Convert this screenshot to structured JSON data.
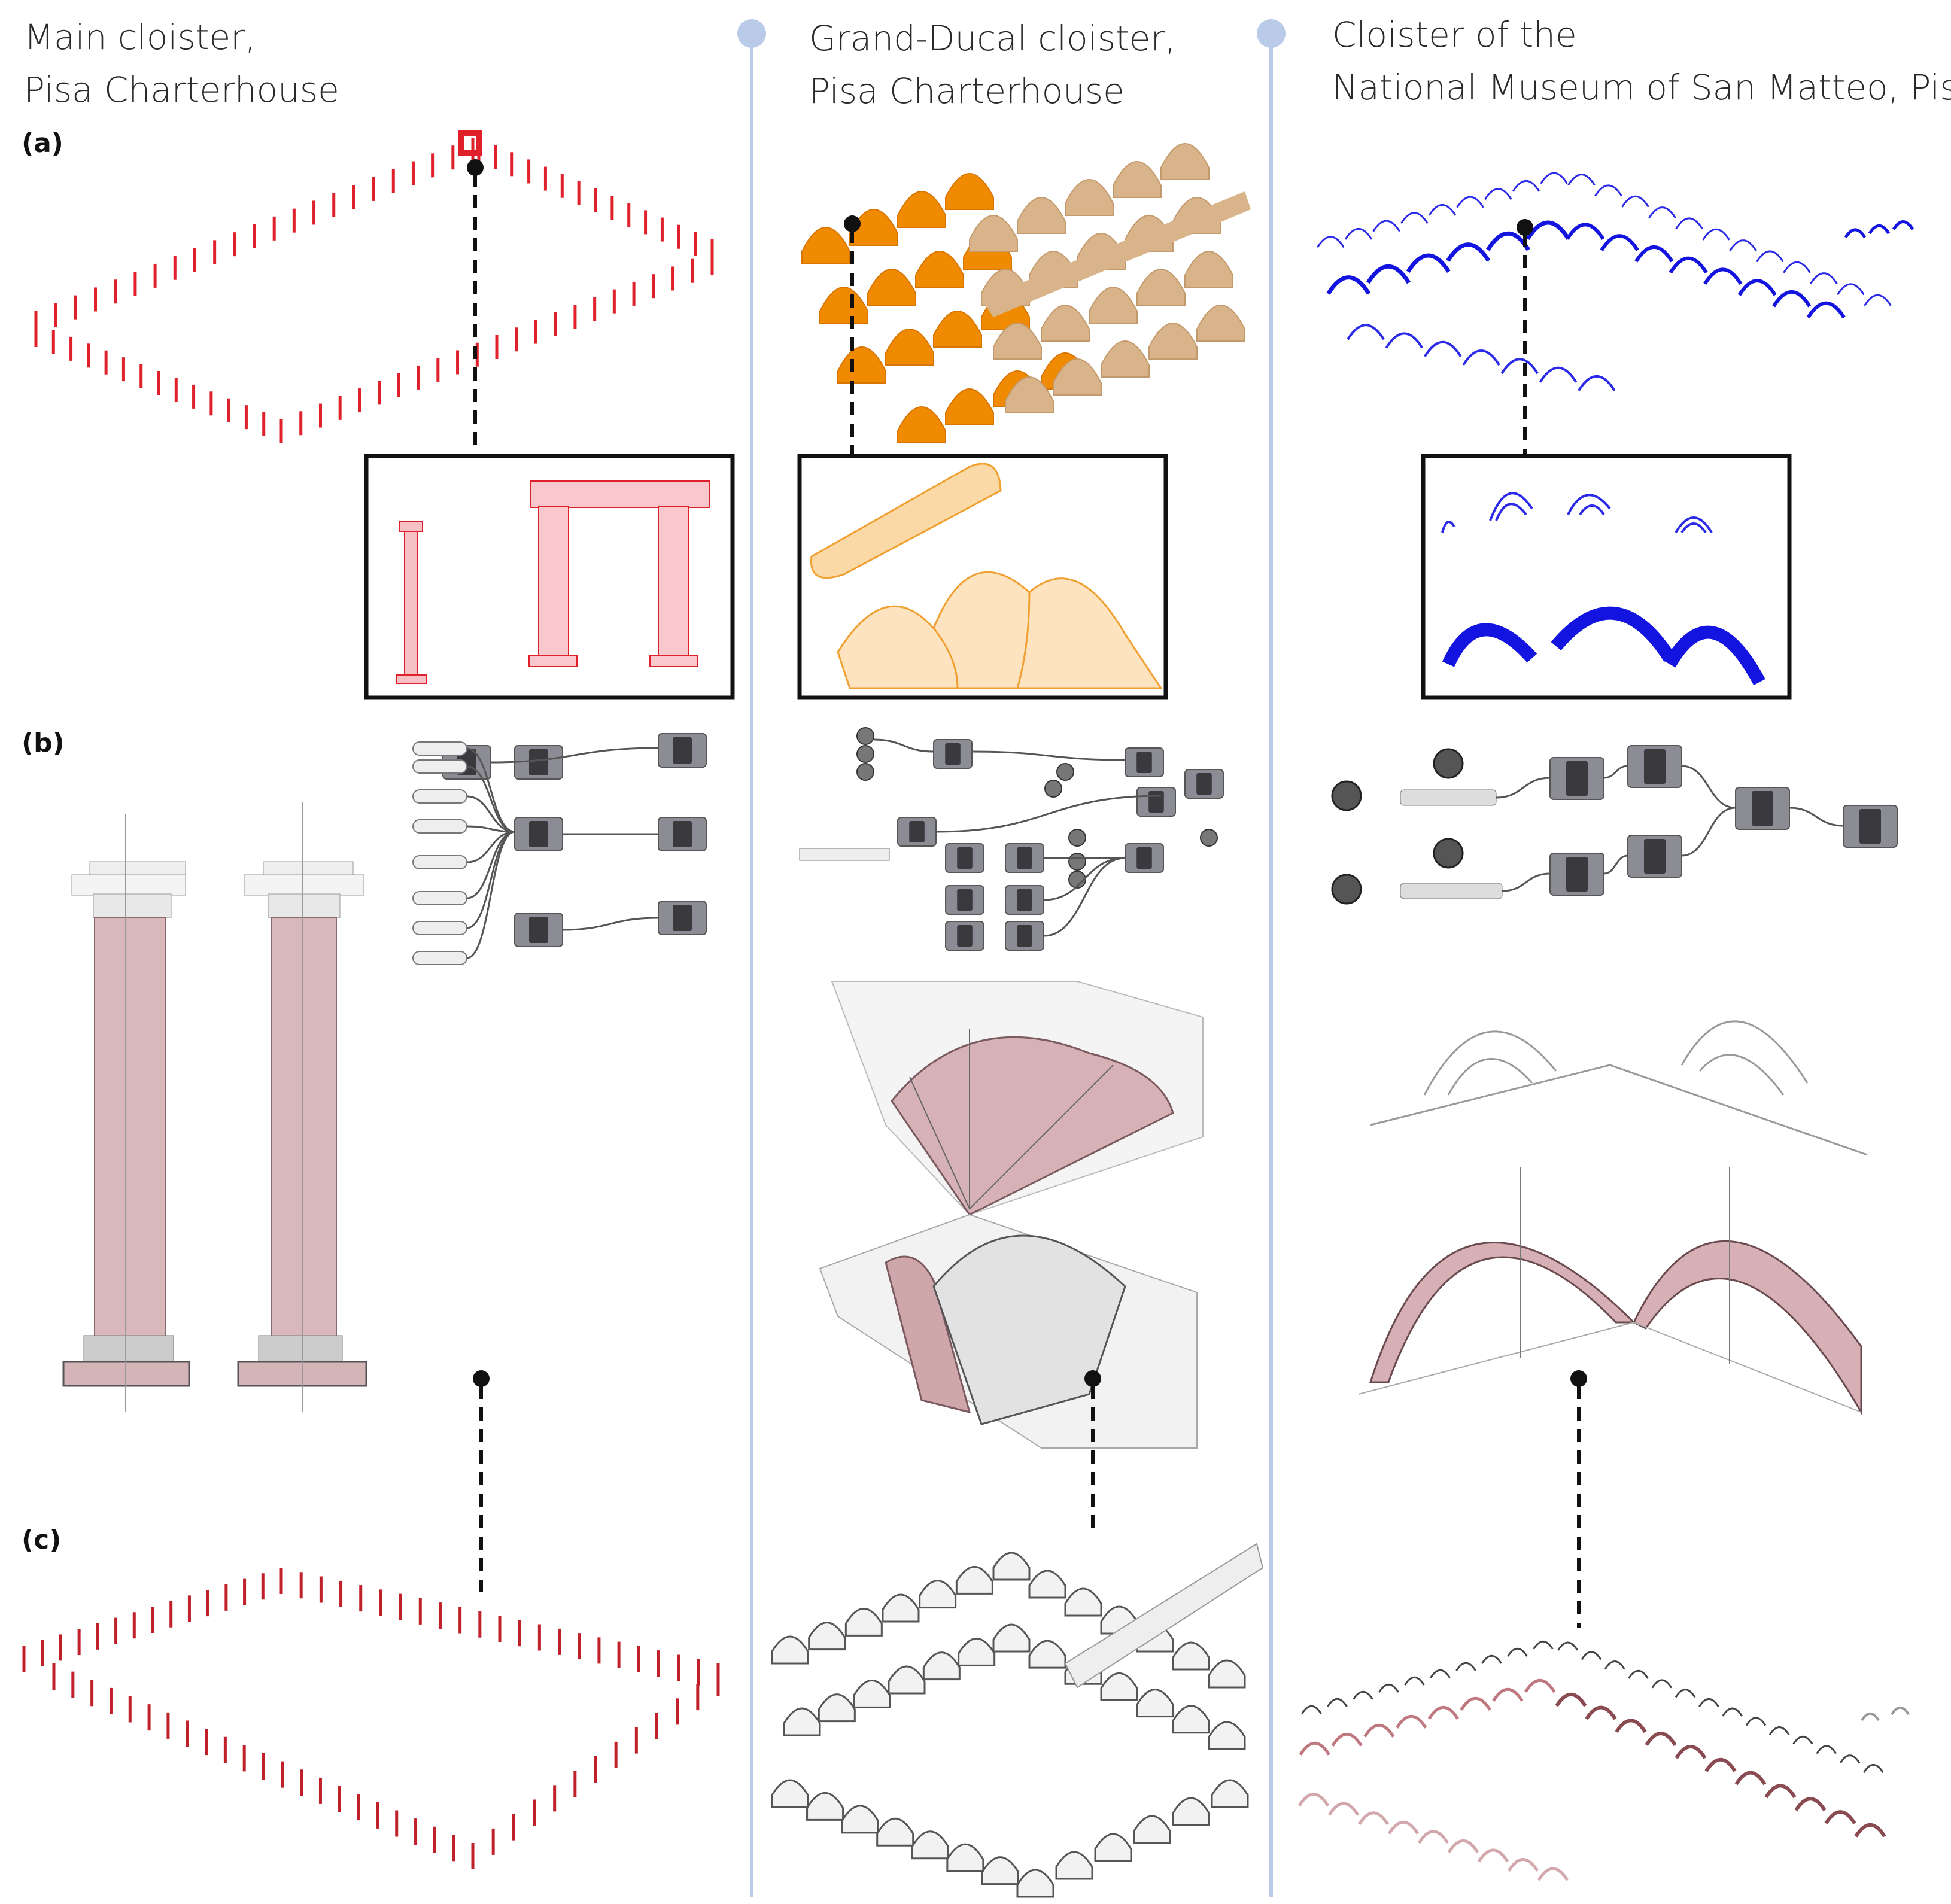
{
  "columns": [
    {
      "title_line1": "Main cloister,",
      "title_line2": "Pisa Charterhouse"
    },
    {
      "title_line1": "Grand-Ducal cloister,",
      "title_line2": "Pisa Charterhouse"
    },
    {
      "title_line1": "Cloister of the",
      "title_line2": "National Museum of San Matteo, Pisa"
    }
  ],
  "panel_labels": {
    "a": "(a)",
    "b": "(b)",
    "c": "(c)"
  },
  "colors": {
    "divider": "#b9cbe8",
    "divider_dot": "#b9cbe8",
    "points_red": "#e0202a",
    "points_orange": "#f08a00",
    "points_tan": "#d9b48a",
    "points_blue": "#1c1ce0",
    "model_pink": "#c9a0a4",
    "node_gray": "#8c8c94",
    "wire": "#555555",
    "marker": "#111111"
  },
  "icons": [
    "connector-dot-icon",
    "zoom-box-icon",
    "grasshopper-node-icon"
  ]
}
